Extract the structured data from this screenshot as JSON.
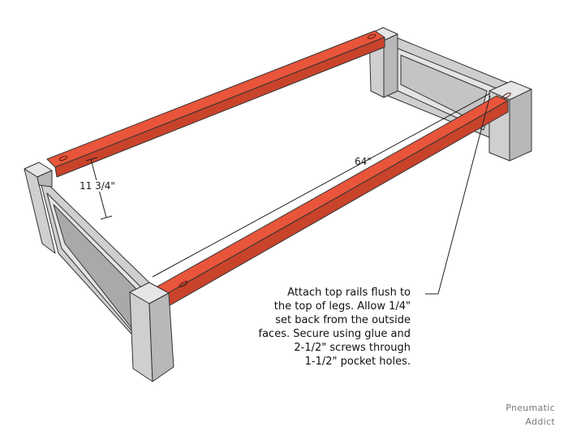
{
  "dimensions": {
    "width_label": "11 3/4\"",
    "length_label": "64\""
  },
  "note": {
    "lines": [
      "Attach top rails flush to",
      "the top of legs. Allow 1/4\"",
      "set back from the outside",
      "faces. Secure using glue and",
      "2-1/2\" screws through",
      "1-1/2\" pocket holes."
    ]
  },
  "logo": {
    "line1": "Pneumatic",
    "line2": "Addict"
  },
  "colors": {
    "rail": "#e8553a",
    "rail_side": "#c9432b",
    "wood": "#d9d9d9",
    "wood_dark": "#b5b5b5",
    "outline": "#333333"
  }
}
